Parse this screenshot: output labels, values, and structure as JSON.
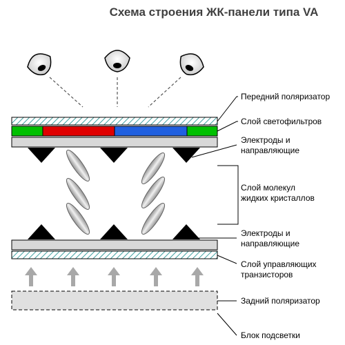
{
  "title": "Схема строения ЖК-панели типа VA",
  "labels": {
    "front_polarizer": "Передний поляризатор",
    "color_filter": "Слой светофильтров",
    "electrodes_top_1": "Электроды и",
    "electrodes_top_2": "направляющие",
    "lc_layer_1": "Слой молекул",
    "lc_layer_2": "жидких кристаллов",
    "electrodes_bottom_1": "Электроды и",
    "electrodes_bottom_2": "направляющие",
    "transistor_1": "Слой управляющих",
    "transistor_2": "транзисторов",
    "rear_polarizer": "Задний поляризатор",
    "backlight": "Блок подсветки"
  },
  "colors": {
    "filter_green": "#00c000",
    "filter_red": "#e00000",
    "filter_blue": "#2060e0",
    "hatch": "#40a0a0",
    "glass": "#d8d8d8",
    "arrow": "#a8a8a8"
  },
  "icons": [
    "eye-icon",
    "eye-icon",
    "eye-icon"
  ]
}
